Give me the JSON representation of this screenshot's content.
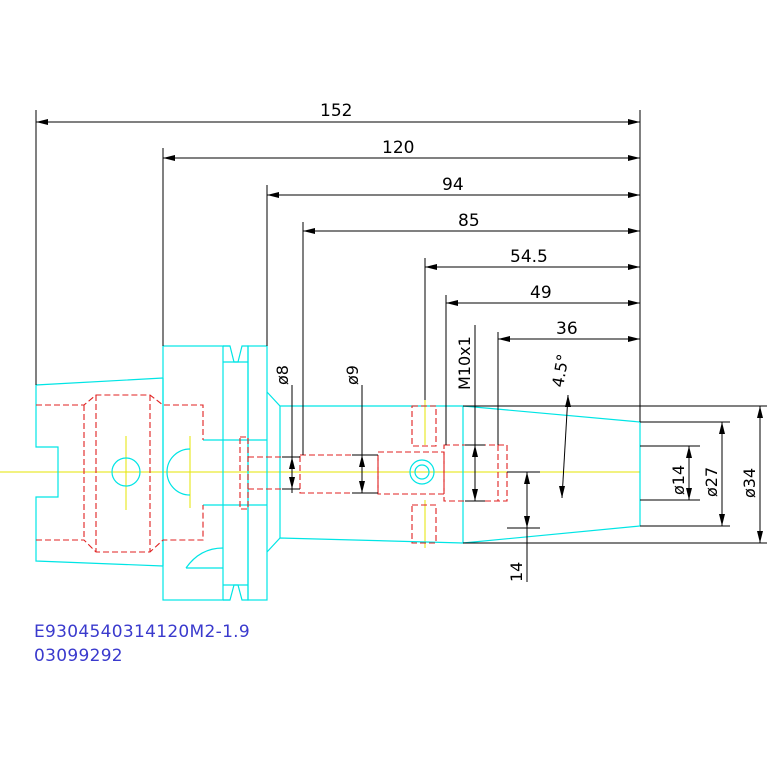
{
  "dimensions": {
    "d152": "152",
    "d120": "120",
    "d94": "94",
    "d85": "85",
    "d54_5": "54.5",
    "d49": "49",
    "d36": "36",
    "d14_len": "14",
    "dia8": "ø8",
    "dia9": "ø9",
    "thread": "M10x1",
    "angle": "4.5°",
    "dia14": "ø14",
    "dia27": "ø27",
    "dia34": "ø34"
  },
  "part_code": "E9304540314120M2-1.9",
  "serial": "03099292",
  "colors": {
    "outline": "#00e5e5",
    "hidden": "#e02020",
    "centerline": "#e5e500",
    "dimension": "#000000",
    "label": "#3a3acd"
  }
}
